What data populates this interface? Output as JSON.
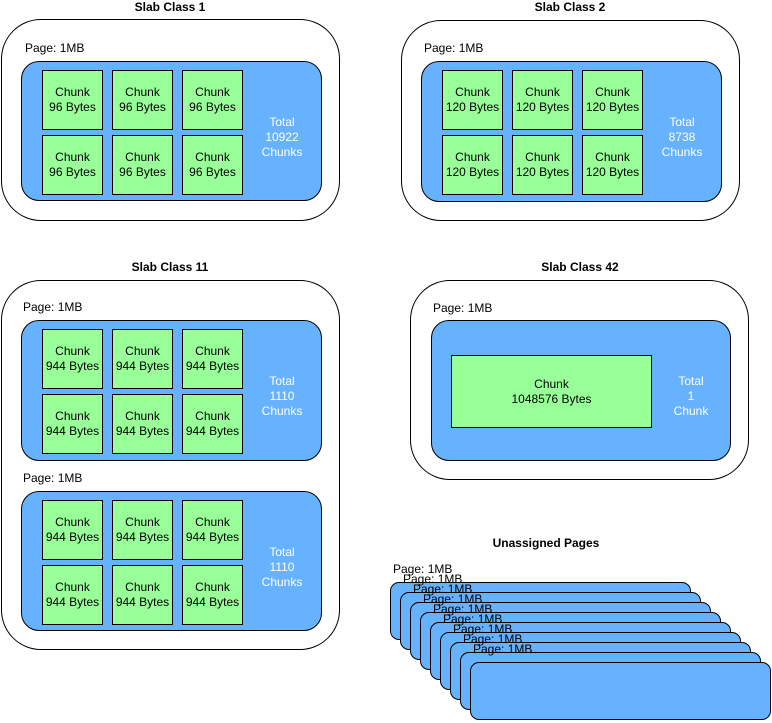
{
  "colors": {
    "page_fill": "#66b2ff",
    "chunk_fill": "#99ff99",
    "slab_fill": "#ffffff",
    "stroke": "#000000",
    "total_text": "#ffffff"
  },
  "slab_classes": [
    {
      "title": "Slab Class 1",
      "pages": [
        {
          "label": "Page: 1MB",
          "chunks": [
            {
              "line1": "Chunk",
              "line2": "96 Bytes"
            },
            {
              "line1": "Chunk",
              "line2": "96 Bytes"
            },
            {
              "line1": "Chunk",
              "line2": "96 Bytes"
            },
            {
              "line1": "Chunk",
              "line2": "96 Bytes"
            },
            {
              "line1": "Chunk",
              "line2": "96 Bytes"
            },
            {
              "line1": "Chunk",
              "line2": "96 Bytes"
            }
          ],
          "total": [
            "Total",
            "10922",
            "Chunks"
          ]
        }
      ]
    },
    {
      "title": "Slab Class 2",
      "pages": [
        {
          "label": "Page: 1MB",
          "chunks": [
            {
              "line1": "Chunk",
              "line2": "120 Bytes"
            },
            {
              "line1": "Chunk",
              "line2": "120 Bytes"
            },
            {
              "line1": "Chunk",
              "line2": "120 Bytes"
            },
            {
              "line1": "Chunk",
              "line2": "120 Bytes"
            },
            {
              "line1": "Chunk",
              "line2": "120 Bytes"
            },
            {
              "line1": "Chunk",
              "line2": "120 Bytes"
            }
          ],
          "total": [
            "Total",
            "8738",
            "Chunks"
          ]
        }
      ]
    },
    {
      "title": "Slab Class 11",
      "pages": [
        {
          "label": "Page: 1MB",
          "chunks": [
            {
              "line1": "Chunk",
              "line2": "944 Bytes"
            },
            {
              "line1": "Chunk",
              "line2": "944 Bytes"
            },
            {
              "line1": "Chunk",
              "line2": "944 Bytes"
            },
            {
              "line1": "Chunk",
              "line2": "944 Bytes"
            },
            {
              "line1": "Chunk",
              "line2": "944 Bytes"
            },
            {
              "line1": "Chunk",
              "line2": "944 Bytes"
            }
          ],
          "total": [
            "Total",
            "1110",
            "Chunks"
          ]
        },
        {
          "label": "Page: 1MB",
          "chunks": [
            {
              "line1": "Chunk",
              "line2": "944 Bytes"
            },
            {
              "line1": "Chunk",
              "line2": "944 Bytes"
            },
            {
              "line1": "Chunk",
              "line2": "944 Bytes"
            },
            {
              "line1": "Chunk",
              "line2": "944 Bytes"
            },
            {
              "line1": "Chunk",
              "line2": "944 Bytes"
            },
            {
              "line1": "Chunk",
              "line2": "944 Bytes"
            }
          ],
          "total": [
            "Total",
            "1110",
            "Chunks"
          ]
        }
      ]
    },
    {
      "title": "Slab Class 42",
      "pages": [
        {
          "label": "Page: 1MB",
          "chunks": [
            {
              "line1": "Chunk",
              "line2": "1048576 Bytes"
            }
          ],
          "total": [
            "Total",
            "1",
            "Chunk"
          ]
        }
      ]
    }
  ],
  "unassigned": {
    "title": "Unassigned Pages",
    "page_labels": [
      "Page: 1MB",
      "Page: 1MB",
      "Page: 1MB",
      "Page: 1MB",
      "Page: 1MB",
      "Page: 1MB",
      "Page: 1MB",
      "Page: 1MB",
      "Page: 1MB"
    ]
  }
}
